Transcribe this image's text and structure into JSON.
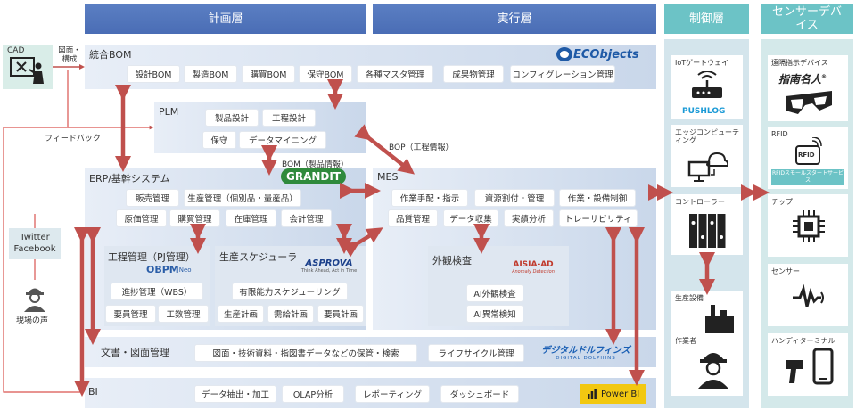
{
  "layers": {
    "planning": "計画層",
    "execution": "実行層",
    "control": "制御層",
    "sensor": "センサーデバイス"
  },
  "cad": {
    "title": "CAD",
    "flow_label": "図面・構成"
  },
  "feedback": "フィードバック",
  "social": {
    "line1": "Twitter",
    "line2": "Facebook"
  },
  "field_voice": "現場の声",
  "bom": {
    "title": "統合BOM",
    "logo": "ECObjects",
    "items": [
      "設計BOM",
      "製造BOM",
      "購買BOM",
      "保守BOM",
      "各種マスタ管理",
      "成果物管理",
      "コンフィグレーション管理"
    ]
  },
  "plm": {
    "title": "PLM",
    "items": [
      "製品設計",
      "工程設計",
      "保守",
      "データマイニング"
    ]
  },
  "bom_info": "BOM（製品情報）",
  "bop_info": "BOP（工程情報）",
  "erp": {
    "title": "ERP/基幹システム",
    "logo": "GRANDIT",
    "items": [
      "販売管理",
      "生産管理（個別品・量産品）",
      "原価管理",
      "購買管理",
      "在庫管理",
      "会計管理"
    ]
  },
  "pj": {
    "title": "工程管理（PJ管理）",
    "logo": "OBPM",
    "logo_suffix": "Neo",
    "items": [
      "進捗管理（WBS）",
      "要員管理",
      "工数管理"
    ]
  },
  "scheduler": {
    "title": "生産スケジューラ",
    "logo": "ASPROVA",
    "logo_tag": "Think Ahead, Act in Time",
    "items": [
      "有限能力スケジューリング",
      "生産計画",
      "需給計画",
      "要員計画"
    ]
  },
  "mes": {
    "title": "MES",
    "items": [
      "作業手配・指示",
      "資源割付・管理",
      "作業・設備制御",
      "品質管理",
      "データ収集",
      "実績分析",
      "トレーサビリティ"
    ]
  },
  "inspection": {
    "title": "外観検査",
    "logo": "AISIA-AD",
    "logo_tag": "Anomaly Detection",
    "items": [
      "AI外観検査",
      "AI異常検知"
    ]
  },
  "docs": {
    "title": "文書・図面管理",
    "logo": "デジタルドルフィンズ",
    "logo_tag": "DIGITAL DOLPHINS",
    "items": [
      "図面・技術資料・指図書データなどの保管・検索",
      "ライフサイクル管理"
    ]
  },
  "bi": {
    "title": "BI",
    "logo": "Power BI",
    "items": [
      "データ抽出・加工",
      "OLAP分析",
      "レポーティング",
      "ダッシュボード"
    ]
  },
  "control": {
    "iot": {
      "label": "IoTゲートウェイ",
      "logo": "PUSHLOG"
    },
    "edge": {
      "label1": "エッジコンピューティング"
    },
    "controller": {
      "label": "コントローラー"
    },
    "equipment": {
      "label": "生産設備"
    },
    "worker": {
      "label": "作業者"
    }
  },
  "sensors": {
    "remote": {
      "label": "遠隔指示デバイス",
      "logo": "指南名人",
      "reg": "®"
    },
    "rfid": {
      "label": "RFID",
      "icon_text": "RFID",
      "caption": "RFIDスモールスタートサービス"
    },
    "chip": {
      "label": "チップ"
    },
    "sensor": {
      "label": "センサー"
    },
    "handy": {
      "label": "ハンディターミナル"
    }
  },
  "colors": {
    "header_blue": "#4a6db5",
    "header_teal": "#6cc3c6",
    "arrow_red": "#c0504d",
    "feedback_line": "#d9534f",
    "panel": "#d6e0ee"
  }
}
